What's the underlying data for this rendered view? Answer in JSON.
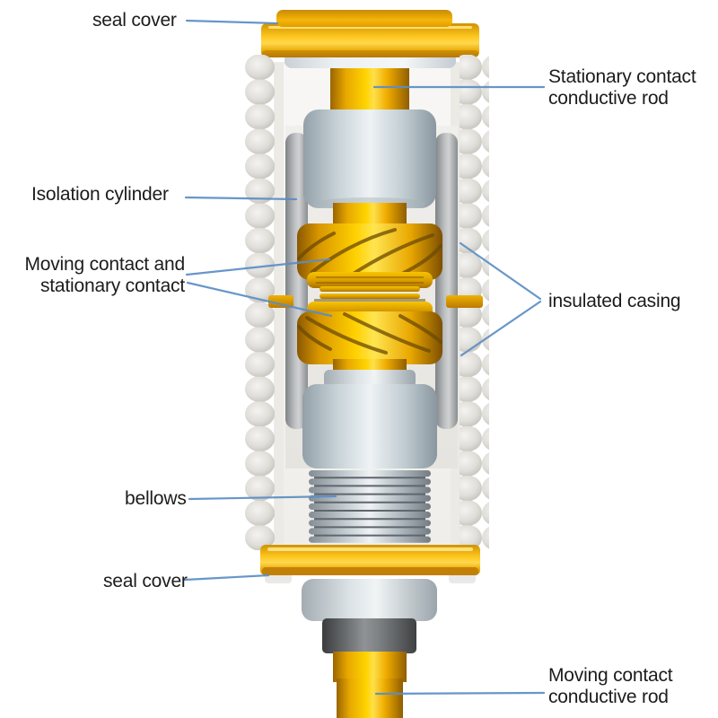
{
  "diagram": {
    "labels": {
      "seal_cover_top": {
        "text": "seal cover"
      },
      "stationary_contact_rod": {
        "line1": "Stationary contact",
        "line2": "conductive rod"
      },
      "isolation_cylinder": {
        "text": "Isolation cylinder"
      },
      "moving_stationary_contact": {
        "line1": "Moving contact and",
        "line2": "stationary contact"
      },
      "insulated_casing": {
        "text": "insulated casing"
      },
      "bellows": {
        "text": "bellows"
      },
      "seal_cover_bottom": {
        "text": "seal cover"
      },
      "moving_contact_rod": {
        "line1": "Moving contact",
        "line2": "conductive rod"
      }
    },
    "colors": {
      "leader_line": "#5b8ec5",
      "text": "#1c1c1c",
      "gold": "#ffd200",
      "gold_dark": "#9a6500",
      "metal_gray": "#d5dde2",
      "insulator_gray": "#e6e4df",
      "background": "#ffffff"
    }
  }
}
